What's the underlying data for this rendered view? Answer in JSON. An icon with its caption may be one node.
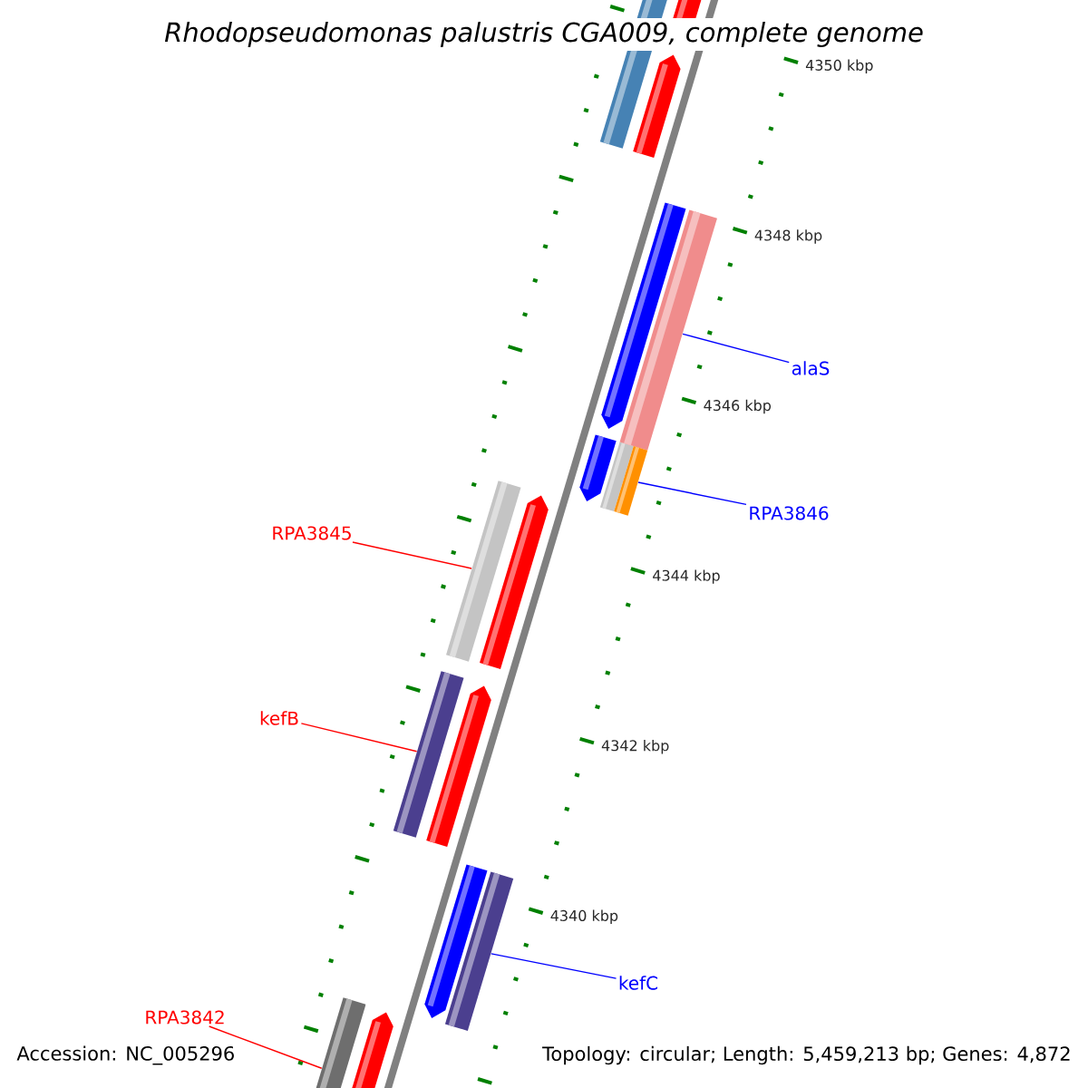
{
  "diagram": {
    "title": "Rhodopseudomonas palustris CGA009, complete genome",
    "nodes": [
      {
        "text": [
          "alaS"
        ]
      },
      {
        "text": [],
        "shape": "bar"
      },
      {
        "text": [
          "RPA3846"
        ]
      },
      {
        "text": [],
        "shape": "bar"
      },
      {
        "text": [
          "RPA3845"
        ]
      },
      {
        "text": [],
        "shape": "bar"
      },
      {
        "text": [
          "kefB"
        ]
      },
      {
        "text": [],
        "shape": "bar"
      },
      {
        "text": [
          "kefC"
        ]
      },
      {
        "text": [],
        "shape": "bar"
      },
      {
        "text": [
          "RPA3842"
        ]
      },
      {
        "text": [],
        "shape": "bar"
      }
    ],
    "edges": [
      {
        "from": 0,
        "to": 1,
        "arrow": "none",
        "color": "#0000ff"
      },
      {
        "from": 2,
        "to": 3,
        "arrow": "none",
        "color": "#0000ff"
      },
      {
        "from": 4,
        "to": 5,
        "arrow": "none",
        "color": "#ff0000"
      },
      {
        "from": 6,
        "to": 7,
        "arrow": "none",
        "color": "#ff0000"
      },
      {
        "from": 8,
        "to": 9,
        "arrow": "none",
        "color": "#0000ff"
      },
      {
        "from": 10,
        "to": 11,
        "arrow": "none",
        "color": "#ff0000"
      }
    ],
    "labels": [
      "4350 kbp",
      "4348 kbp",
      "4346 kbp",
      "4344 kbp",
      "4342 kbp",
      "4340 kbp",
      "Accession: NC_005296",
      "Topology: circular; Length: 5,459,213 bp; Genes: 4,872"
    ]
  }
}
